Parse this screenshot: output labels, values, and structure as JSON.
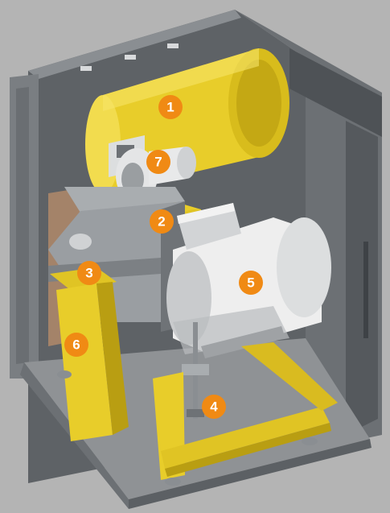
{
  "colors": {
    "background": "#b4b4b4",
    "cabinet_dark": "#5e6266",
    "cabinet_mid": "#7d8185",
    "cabinet_light": "#a9adb0",
    "floor": "#8f9295",
    "yellow": "#e8cd2a",
    "yellow_dark": "#b99e12",
    "motor": "#eeeeee",
    "motor_shade": "#b9bcbf",
    "marker": "#f08a14",
    "marker_text": "#ffffff"
  },
  "markers": [
    {
      "label": "1",
      "icon": "numbered-callout",
      "part": "tank"
    },
    {
      "label": "2",
      "icon": "numbered-callout",
      "part": "blower"
    },
    {
      "label": "3",
      "icon": "numbered-callout",
      "part": "belt-drive"
    },
    {
      "label": "4",
      "icon": "numbered-callout",
      "part": "tension-rod"
    },
    {
      "label": "5",
      "icon": "numbered-callout",
      "part": "motor"
    },
    {
      "label": "6",
      "icon": "numbered-callout",
      "part": "base-frame"
    },
    {
      "label": "7",
      "icon": "numbered-callout",
      "part": "inlet-filter"
    }
  ]
}
